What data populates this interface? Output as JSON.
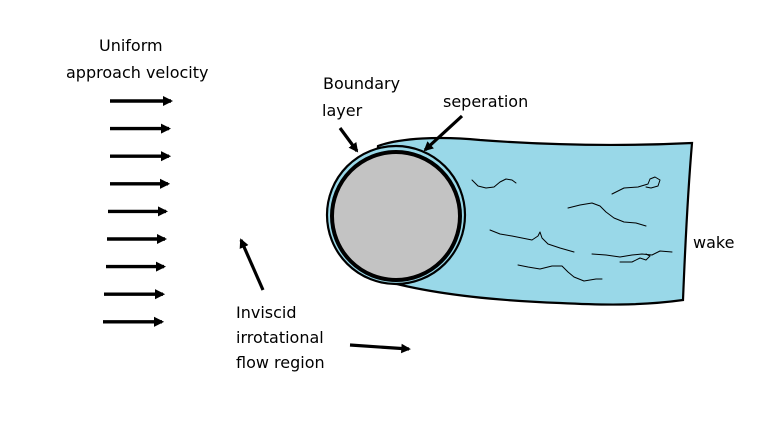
{
  "labels": {
    "uniform_line1": "Uniform",
    "uniform_line2": "approach velocity",
    "boundary_line1": "Boundary",
    "boundary_line2": "layer",
    "separation": "seperation",
    "wake": "wake",
    "inviscid_line1": "Inviscid",
    "inviscid_line2": "irrotational",
    "inviscid_line3": "flow region"
  },
  "colors": {
    "wake_fill": "#99d8e8",
    "cylinder_fill": "#c3c3c3",
    "outline": "#000000",
    "background": "#ffffff"
  },
  "flow_arrow_count": 9
}
